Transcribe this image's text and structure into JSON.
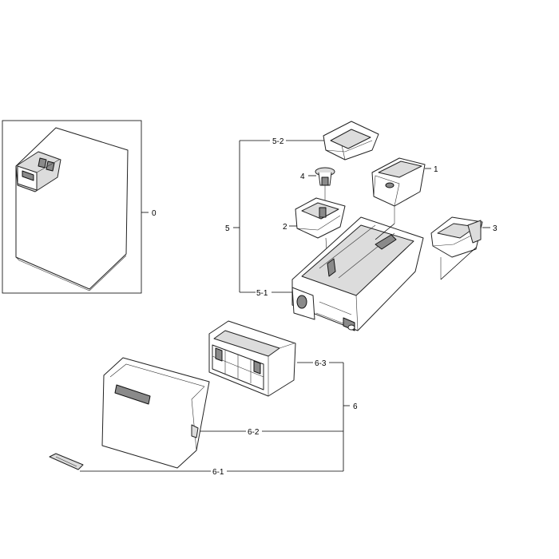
{
  "labels": {
    "l0": "0",
    "l1": "1",
    "l2": "2",
    "l3": "3",
    "l4": "4",
    "l5": "5",
    "l5_1": "5-1",
    "l5_2": "5-2",
    "l6": "6",
    "l6_1": "6-1",
    "l6_2": "6-2",
    "l6_3": "6-3"
  }
}
